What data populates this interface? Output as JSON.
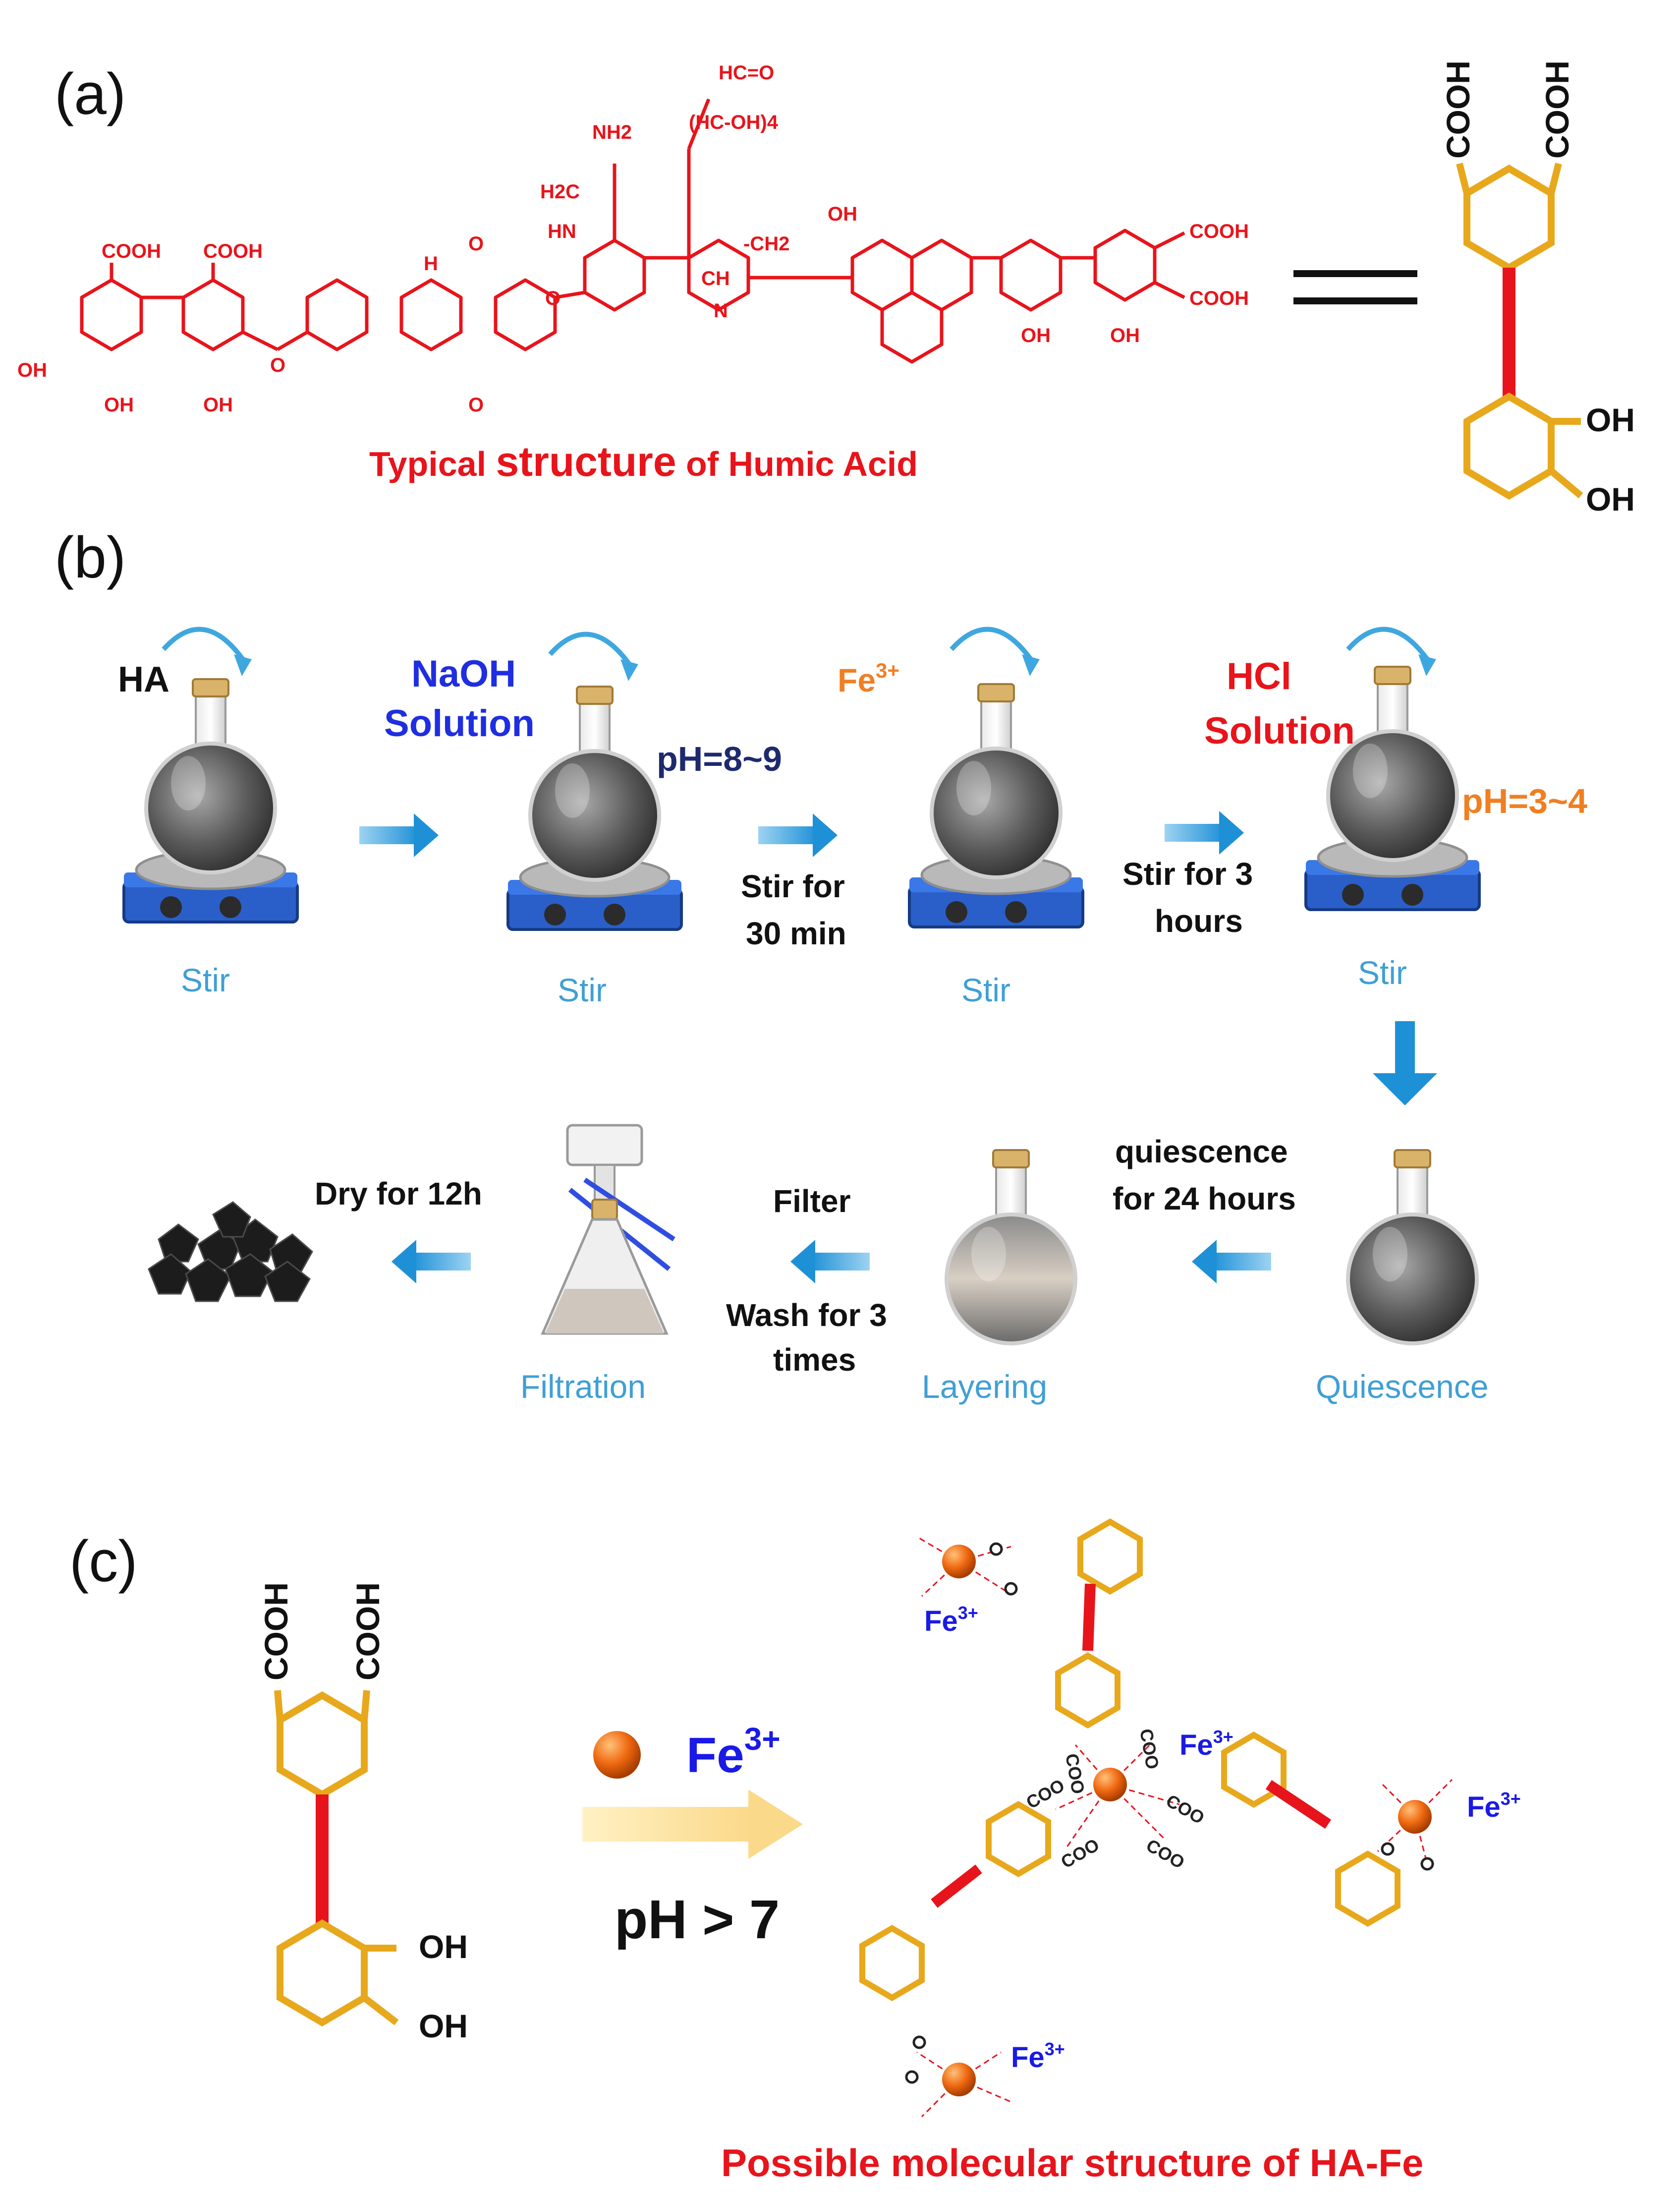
{
  "panels": {
    "a": "(a)",
    "b": "(b)",
    "c": "(c)"
  },
  "panel_a": {
    "caption_part1": "Typical ",
    "caption_part2": "structure",
    "caption_part3": " of Humic Acid",
    "groups": {
      "cooh": "COOH",
      "oh": "OH",
      "nh2": "NH2",
      "h2c": "H2C",
      "hn": "HN",
      "h": "H",
      "o": "O",
      "hco": "HC=O",
      "hcoh4": "(HC-OH)4",
      "ch": "CH",
      "ch2": "-CH2",
      "n": "N"
    },
    "simplified": {
      "cooh1": "COOH",
      "cooh2": "COOH",
      "oh1": "OH",
      "oh2": "OH"
    }
  },
  "panel_b": {
    "reagents": {
      "ha": "HA",
      "naoh_1": "NaOH",
      "naoh_2": "Solution",
      "fe": "Fe",
      "fe_sup": "3+",
      "hcl_1": "HCl",
      "hcl_2": "Solution"
    },
    "ph_1": "pH=8~9",
    "ph_2": "pH=3~4",
    "step_texts": {
      "stir30_1": "Stir for",
      "stir30_2": "30 min",
      "stir3_1": "Stir for 3",
      "stir3_2": "hours",
      "quies_1": "quiescence",
      "quies_2": "for 24 hours",
      "filter": "Filter",
      "wash_1": "Wash for 3",
      "wash_2": "times",
      "dry": "Dry for 12h"
    },
    "step_labels": {
      "stir_1": "Stir",
      "stir_2": "Stir",
      "stir_3": "Stir",
      "stir_4": "Stir",
      "quiescence": "Quiescence",
      "layering": "Layering",
      "filtration": "Filtration"
    },
    "colors": {
      "arrow": "#1e90d6",
      "naoh": "#1f2ee0",
      "fe": "#f07f22",
      "hcl": "#e8141b",
      "ph1": "#1d2a6e",
      "ph2": "#f07f22",
      "step_label": "#3f9fd6"
    }
  },
  "panel_c": {
    "reactant": {
      "cooh1": "COOH",
      "cooh2": "COOH",
      "oh1": "OH",
      "oh2": "OH"
    },
    "arrow_fe": "Fe",
    "arrow_fe_sup": "3+",
    "arrow_ph": "pH > 7",
    "fe_labels": {
      "fe_top_left": "Fe",
      "fe_center": "Fe",
      "fe_right": "Fe",
      "fe_bottom": "Fe",
      "sup": "3+"
    },
    "coo": "COO",
    "caption": "Possible molecular structure of HA-Fe"
  }
}
